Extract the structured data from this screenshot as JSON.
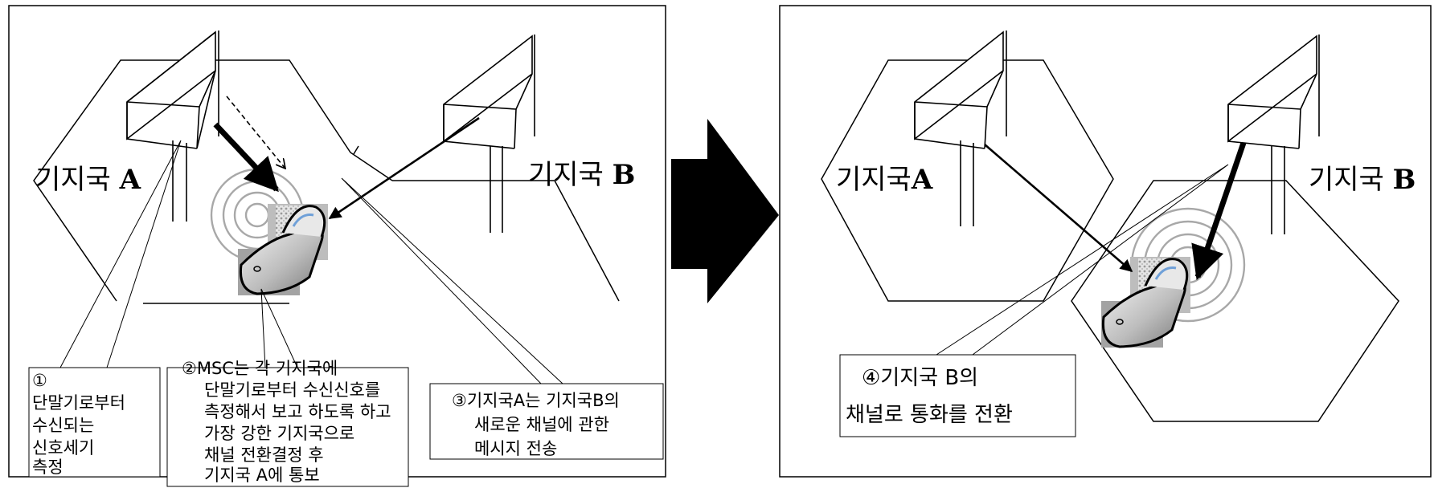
{
  "left_panel": {
    "station_a": {
      "text": "기지국",
      "letter": "A"
    },
    "station_b": {
      "text": "기지국",
      "letter": "B"
    },
    "note1": {
      "num": "①",
      "lines": [
        "단말기로부터",
        "수신되는",
        "신호세기",
        "측정"
      ]
    },
    "note2": {
      "lines": [
        "②MSC는 각 기지국에",
        "단말기로부터 수신신호를",
        "측정해서 보고 하도록 하고",
        "가장 강한 기지국으로",
        "채널 전환결정 후",
        "기지국 A에 통보"
      ]
    },
    "note3": {
      "lines": [
        "③기지국A는 기지국B의",
        "새로운 채널에 관한",
        "메시지 전송"
      ]
    }
  },
  "right_panel": {
    "station_a": {
      "text": "기지국",
      "letter": "A"
    },
    "station_b": {
      "text": "기지국",
      "letter": "B"
    },
    "note4": {
      "lines": [
        "④기지국 B의",
        "채널로 통화를 전환"
      ]
    }
  },
  "colors": {
    "line": "#000000",
    "ring": "#a8a8a8",
    "pattern_light": "#dcdcdc",
    "pattern_dark": "#8c8c8c"
  }
}
